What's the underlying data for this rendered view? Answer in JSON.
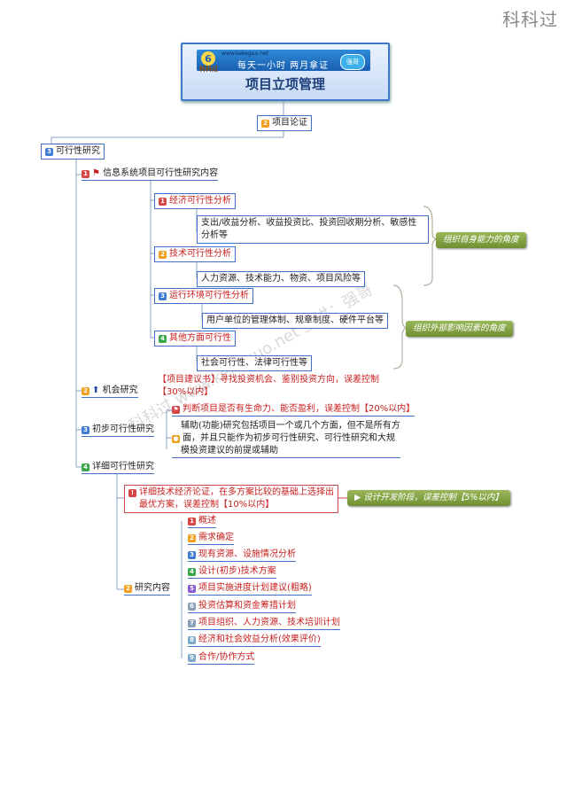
{
  "corner_mark": "科科过",
  "header": {
    "url": "www.kekeguo.net",
    "brand": "科科过",
    "slogan": "每天一小时 两月拿证",
    "badge": "强哥",
    "title": "项目立项管理"
  },
  "root_child": {
    "num": "2",
    "label": "项目论证"
  },
  "feasibility": {
    "num": "3",
    "label": "可行性研究"
  },
  "info_system": {
    "num": "1",
    "label": "信息系统项目可行性研究内容"
  },
  "sub": [
    {
      "num": "1",
      "label": "经济可行性分析",
      "detail": "支出/收益分析、收益投资比、投资回收期分析、敏感性分析等"
    },
    {
      "num": "2",
      "label": "技术可行性分析",
      "detail": "人力资源、技术能力、物资、项目风险等"
    },
    {
      "num": "3",
      "label": "运行环境可行性分析",
      "detail": "用户单位的管理体制、规章制度、硬件平台等"
    },
    {
      "num": "4",
      "label": "其他方面可行性",
      "detail": "社会可行性、法律可行性等"
    }
  ],
  "callout_internal": "组织自身能力的角度",
  "callout_external": "组织外部影响因素的角度",
  "opportunity": {
    "num": "2",
    "label": "机会研究",
    "note_line1": "【项目建议书】寻找投资机会、鉴别投资方向，误差控制",
    "note_line2": "【30%以内】"
  },
  "preliminary": {
    "num": "3",
    "label": "初步可行性研究",
    "note1": "判断项目是否有生命力、能否盈利，误差控制【20%以内】",
    "note2_line1": "辅助(功能)研究包括项目一个或几个方面，但不是所有方",
    "note2_line2": "面，并且只能作为初步可行性研究、可行性研究和大规",
    "note2_line3": "模投资建议的前提或辅助"
  },
  "detailed": {
    "num": "4",
    "label": "详细可行性研究",
    "note_line1": "详细技术经济论证，在多方案比较的基础上选择出",
    "note_line2": "最优方案，误差控制【10%以内】",
    "callout": "设计开发阶段，误差控制【5%以内】",
    "content_num": "2",
    "content_label": "研究内容",
    "items": [
      {
        "num": "1",
        "label": "概述"
      },
      {
        "num": "2",
        "label": "需求确定"
      },
      {
        "num": "3",
        "label": "现有资源、设施情况分析"
      },
      {
        "num": "4",
        "label": "设计(初步)技术方案"
      },
      {
        "num": "5",
        "label": "项目实施进度计划建议(粗略)"
      },
      {
        "num": "6",
        "label": "投资估算和资金筹措计划"
      },
      {
        "num": "7",
        "label": "项目组织、人力资源、技术培训计划"
      },
      {
        "num": "8",
        "label": "经济和社会效益分析(效果评价)"
      },
      {
        "num": "9",
        "label": "合作/协作方式"
      }
    ]
  },
  "watermark": "科科过 www.kekeguo.net 主讲：强哥"
}
